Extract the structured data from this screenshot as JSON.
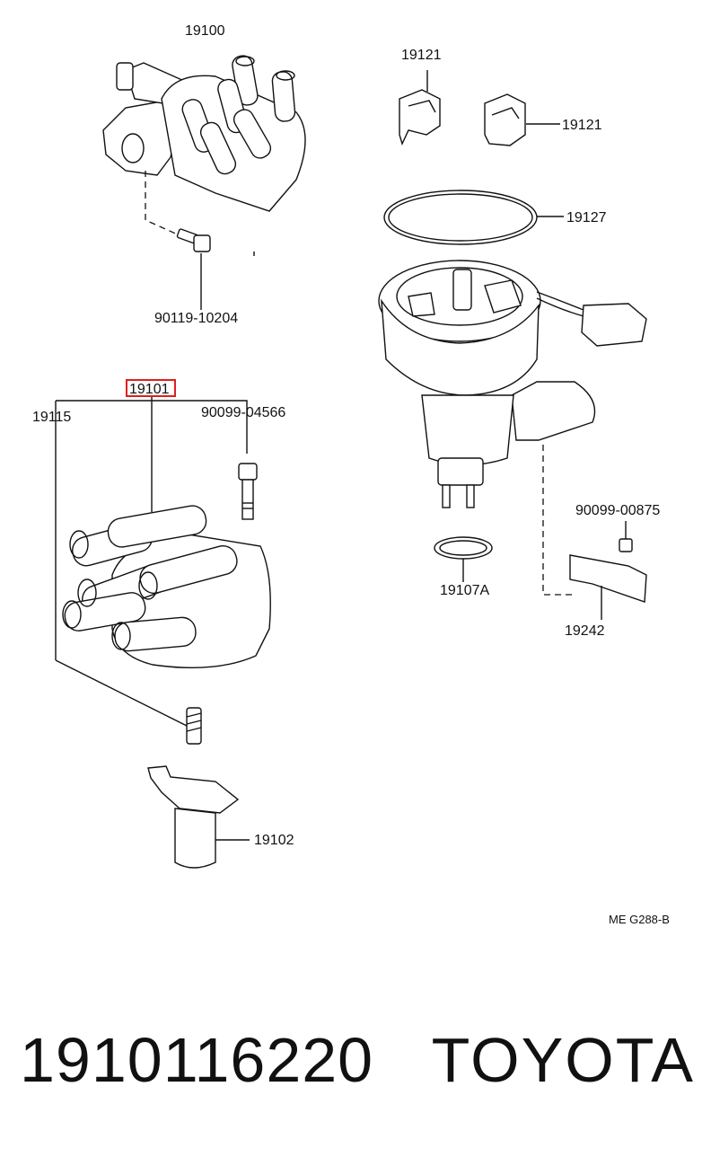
{
  "diagram": {
    "labels": {
      "p19100": "19100",
      "p19121a": "19121",
      "p19121b": "19121",
      "p19127": "19127",
      "p90119": "90119-10204",
      "p19101": "19101",
      "p19115": "19115",
      "p90099_04566": "90099-04566",
      "p90099_00875": "90099-00875",
      "p19107A": "19107A",
      "p19242": "19242",
      "p19102": "19102"
    },
    "ref_code": "ME G288-B",
    "highlight_color": "#e11d1d"
  },
  "footer": {
    "part_number": "1910116220",
    "brand": "TOYOTA"
  }
}
